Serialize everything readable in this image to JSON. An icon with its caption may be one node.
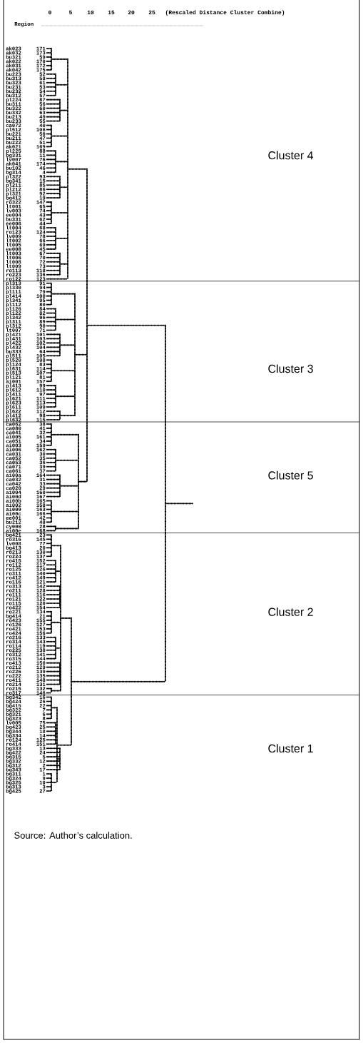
{
  "diagram": {
    "labels": [
      "0",
      "5",
      "10",
      "15",
      "20",
      "25",
      "(Rescaled Distance Cluster Combine)",
      "Region",
      "ak023",
      "171",
      "ak032",
      "173",
      "bu321",
      "59",
      "ak022",
      "170",
      "ak031",
      "172",
      "ak042",
      "175",
      "bu223",
      "52",
      "bu313",
      "58",
      "bu323",
      "61",
      "bu231",
      "53",
      "bu232",
      "54",
      "bu312",
      "57",
      "pl224",
      "87",
      "bu311",
      "56",
      "bu322",
      "60",
      "bu332",
      "63",
      "bu213",
      "49",
      "bu233",
      "55",
      "ca072",
      "40",
      "pl512",
      "106",
      "bu221",
      "50",
      "bu211",
      "47",
      "bu222",
      "51",
      "ak021",
      "169",
      "pl225",
      "88",
      "bg331",
      "11",
      "lv007",
      "76",
      "ak041",
      "174",
      "bu102",
      "46",
      "bg314",
      "4",
      "pl322",
      "93",
      "bg341",
      "15",
      "pl211",
      "85",
      "pl212",
      "86",
      "pl321",
      "92",
      "bg412",
      "19",
      "ro322",
      "147",
      "lt001",
      "65",
      "lv003",
      "74",
      "ee004",
      "43",
      "bu331",
      "62",
      "ee006",
      "44",
      "lt004",
      "68",
      "ro123",
      "124",
      "lv009",
      "78",
      "lt002",
      "66",
      "lt005",
      "69",
      "ee008",
      "45",
      "lt003",
      "67",
      "lt006",
      "70",
      "lt008",
      "72",
      "lt009",
      "73",
      "ro113",
      "118",
      "ro223",
      "136",
      "ro122",
      "123",
      "pl313",
      "91",
      "pl330",
      "94",
      "pl111",
      "79",
      "pl414",
      "100",
      "pl341",
      "95",
      "pl112",
      "80",
      "pl126",
      "84",
      "pl122",
      "82",
      "pl342",
      "96",
      "pl311",
      "89",
      "pl312",
      "90",
      "lt007",
      "71",
      "pl421",
      "101",
      "pl431",
      "103",
      "pl422",
      "102",
      "pl432",
      "104",
      "bu333",
      "64",
      "pl511",
      "105",
      "pl520",
      "108",
      "pl124",
      "83",
      "pl631",
      "114",
      "pl513",
      "107",
      "pl121",
      "81",
      "ai001",
      "157",
      "pl413",
      "99",
      "pl612",
      "110",
      "pl411",
      "97",
      "pl621",
      "111",
      "pl623",
      "113",
      "pl611",
      "109",
      "pl622",
      "112",
      "pl412",
      "98",
      "pl632",
      "115",
      "ca062",
      "38",
      "ca080",
      "41",
      "ca041",
      "32",
      "ai005",
      "161",
      "ca051",
      "34",
      "ai003",
      "159",
      "ai006",
      "162",
      "ca031",
      "30",
      "ca052",
      "35",
      "ca053",
      "36",
      "ca071",
      "39",
      "ca061",
      "37",
      "ai00a",
      "164",
      "ca032",
      "31",
      "ca042",
      "33",
      "ca020",
      "29",
      "ai004",
      "160",
      "ai00d",
      "167",
      "ai00b",
      "165",
      "ai002",
      "158",
      "ai009",
      "163",
      "ai00c",
      "166",
      "ee001",
      "42",
      "bu212",
      "48",
      "cy000",
      "28",
      "ai00e",
      "168",
      "bg421",
      "23",
      "ro316",
      "145",
      "lv008",
      "77",
      "bg413",
      "20",
      "ro213",
      "130",
      "ro224",
      "137",
      "ro415",
      "152",
      "ro112",
      "117",
      "ro125",
      "126",
      "ro311",
      "140",
      "ro412",
      "149",
      "ro116",
      "121",
      "ro313",
      "142",
      "ro211",
      "128",
      "ro111",
      "116",
      "ro121",
      "122",
      "ro115",
      "120",
      "ro422",
      "154",
      "ro221",
      "134",
      "bg414",
      "21",
      "ro423",
      "155",
      "ro126",
      "127",
      "ro421",
      "153",
      "ro424",
      "156",
      "ro216",
      "133",
      "ro314",
      "143",
      "ro114",
      "119",
      "ro225",
      "138",
      "ro312",
      "141",
      "ro315",
      "144",
      "ro413",
      "150",
      "ro212",
      "129",
      "ro226",
      "139",
      "ro222",
      "135",
      "ro411",
      "148",
      "ro214",
      "131",
      "ro215",
      "132",
      "ro317",
      "146",
      "bg342",
      "16",
      "bg424",
      "26",
      "bg415",
      "22",
      "bg322",
      "7",
      "bg321",
      "6",
      "bg323",
      "8",
      "lv005",
      "75",
      "bg423",
      "25",
      "bg344",
      "18",
      "bg334",
      "14",
      "ro124",
      "125",
      "ro414",
      "151",
      "bg333",
      "13",
      "bg422",
      "24",
      "bg315",
      "5",
      "bg332",
      "12",
      "bg312",
      "2",
      "bg343",
      "17",
      "bg311",
      "1",
      "bg324",
      "9",
      "bg325",
      "10",
      "bg313",
      "3",
      "bg425",
      "27",
      "Cluster 4",
      "Cluster 3",
      "Cluster 5",
      "Cluster 2",
      "Cluster 1",
      "Source: Author’s calculation."
    ]
  }
}
